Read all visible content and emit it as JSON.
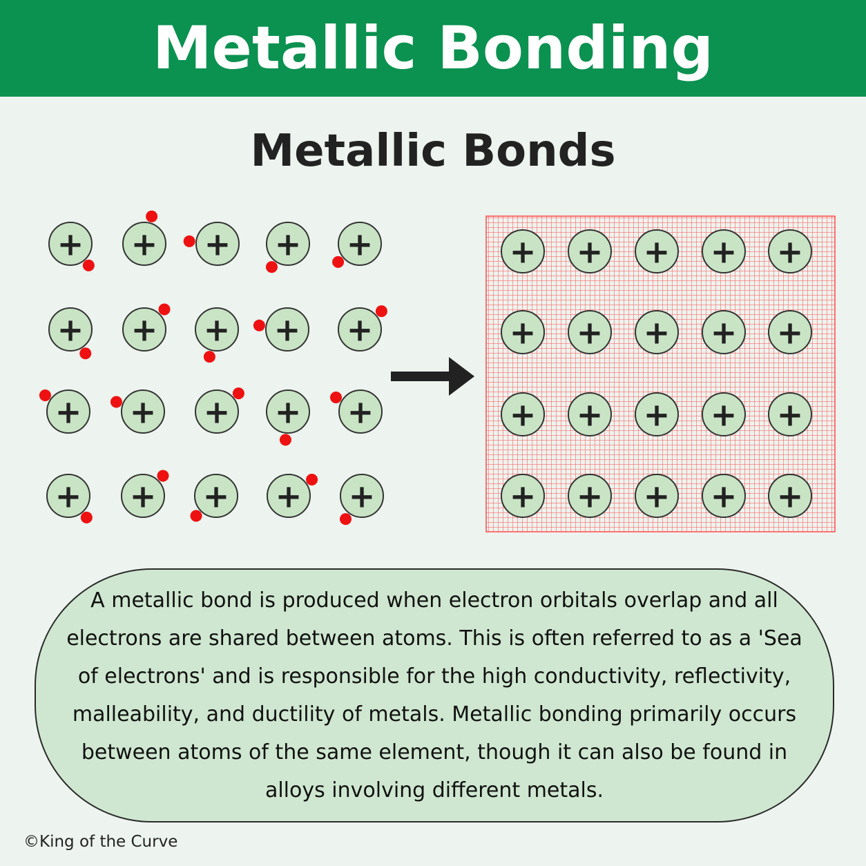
{
  "header": {
    "title": "Metallic Bonding"
  },
  "diagram": {
    "title": "Metallic Bonds",
    "ion_symbol": "+",
    "rows": 4,
    "columns": 5,
    "colors": {
      "ion_fill": "#c9e4c5",
      "ion_stroke": "#333333",
      "electron": "#ee1111",
      "sea_grid": "#ff4a4a",
      "arrow": "#222222"
    }
  },
  "description": {
    "text": "A metallic bond is produced when electron orbitals overlap and all electrons are shared between atoms. This is often referred to as a 'Sea of electrons' and is responsible for the high conductivity, reflectivity, malleability, and ductility of metals. Metallic bonding primarily occurs between atoms of the same element, though it can also be found in alloys involving different metals."
  },
  "footer": {
    "credit": "©King of the Curve"
  }
}
